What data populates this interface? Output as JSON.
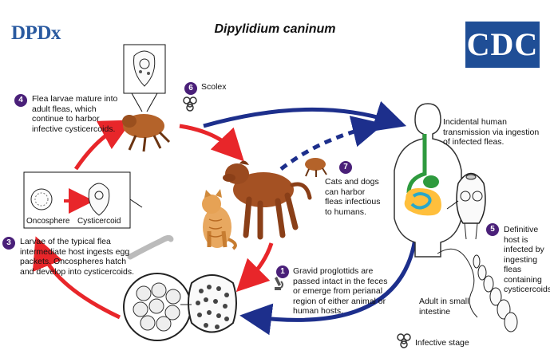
{
  "title": "Dipylidium caninum",
  "logos": {
    "left": "DPDx",
    "right": "CDC"
  },
  "steps": [
    {
      "num": "1",
      "text": "Gravid proglottids are passed intact in the feces or emerge from perianal region of either animal or human hosts."
    },
    {
      "num": "3",
      "text": "Larvae of the typical flea intermediate host ingests egg packets. Oncospheres hatch and develop into cysticercoids."
    },
    {
      "num": "4",
      "text": "Flea larvae mature into adult fleas, which continue to harbor infective cysticercoids."
    },
    {
      "num": "5",
      "text": "Definitive host is infected by ingesting fleas containing cysticercoids."
    },
    {
      "num": "6",
      "text": "Scolex"
    },
    {
      "num": "7",
      "text": "Cats and dogs can harbor fleas infectious to humans."
    }
  ],
  "labels": {
    "oncosphere": "Oncosphere",
    "cysticercoid": "Cysticercoid",
    "incidental": "Incidental human transmission via ingestion of infected fleas.",
    "adult": "Adult in small intestine",
    "legend": "Infective stage"
  },
  "colors": {
    "red_arrow": "#e8262a",
    "blue_arrow": "#1d2f8c",
    "step_badge": "#4a2079"
  }
}
